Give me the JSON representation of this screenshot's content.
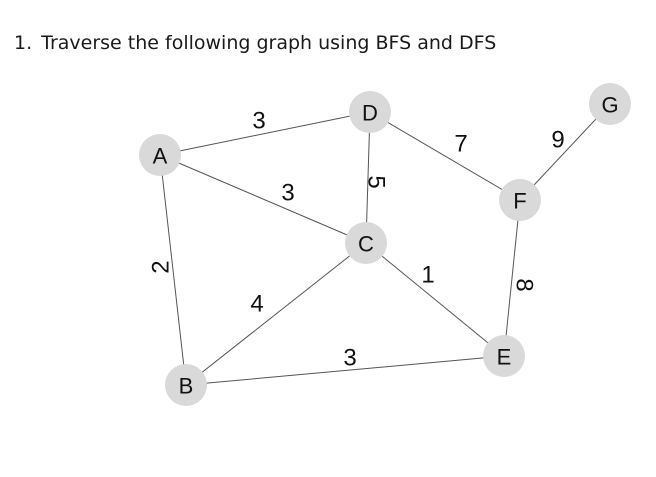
{
  "question": {
    "number": "1.",
    "text": "Traverse the following graph using BFS and DFS"
  },
  "graph": {
    "node_color": "#d9d9d9",
    "edge_color": "#555555",
    "nodes": [
      {
        "id": "A",
        "label": "A"
      },
      {
        "id": "B",
        "label": "B"
      },
      {
        "id": "C",
        "label": "C"
      },
      {
        "id": "D",
        "label": "D"
      },
      {
        "id": "E",
        "label": "E"
      },
      {
        "id": "F",
        "label": "F"
      },
      {
        "id": "G",
        "label": "G"
      }
    ],
    "edges": [
      {
        "from": "A",
        "to": "D",
        "weight": "3"
      },
      {
        "from": "A",
        "to": "C",
        "weight": "3"
      },
      {
        "from": "A",
        "to": "B",
        "weight": "2"
      },
      {
        "from": "D",
        "to": "C",
        "weight": "5"
      },
      {
        "from": "D",
        "to": "F",
        "weight": "7"
      },
      {
        "from": "F",
        "to": "G",
        "weight": "9"
      },
      {
        "from": "C",
        "to": "E",
        "weight": "1"
      },
      {
        "from": "F",
        "to": "E",
        "weight": "8"
      },
      {
        "from": "B",
        "to": "C",
        "weight": "4"
      },
      {
        "from": "B",
        "to": "E",
        "weight": "3"
      }
    ]
  }
}
